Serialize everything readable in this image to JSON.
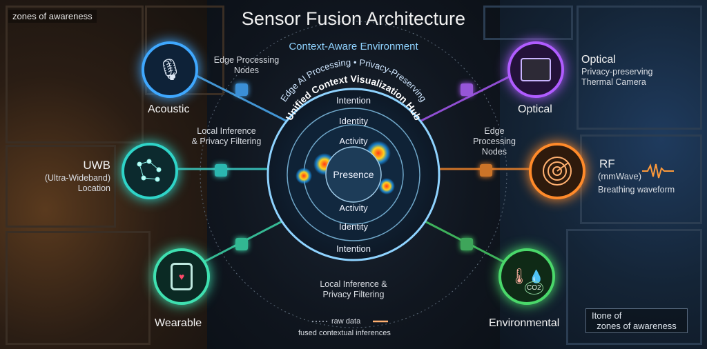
{
  "title": "Sensor Fusion Architecture",
  "subtitle": "Context-Aware Environment",
  "corner_tags": {
    "top_left": "zones of awareness",
    "bottom_right_line1": "Itone of",
    "bottom_right_line2": "zones of awareness"
  },
  "hub": {
    "title": "Unified Context Visualization Hub",
    "arc_label": "Edge AI Processing • Privacy-Preserving",
    "rings": {
      "center": "Presence",
      "upper_inner": "Activity",
      "upper_mid": "Identity",
      "upper_outer": "Intention",
      "lower_inner": "Activity",
      "lower_mid": "Identity",
      "lower_outer": "Intention"
    }
  },
  "sensors": {
    "acoustic": {
      "label": "Acoustic"
    },
    "uwb": {
      "label_line1": "UWB",
      "label_line2": "(Ultra-Wideband)",
      "label_line3": "Location"
    },
    "wearable": {
      "label": "Wearable"
    },
    "optical": {
      "label": "Optical",
      "title": "Optical",
      "desc_line1": "Privacy-preserving",
      "desc_line2": "Thermal Camera"
    },
    "rf": {
      "label_line1": "RF",
      "label_line2": "(mmWave)",
      "desc": "Breathing waveform"
    },
    "environmental": {
      "label": "Environmental",
      "co2": "CO2"
    }
  },
  "annotations": {
    "edge_left_line1": "Edge Processing",
    "edge_left_line2": "Nodes",
    "edge_right_line1": "Edge",
    "edge_right_line2": "Processing",
    "edge_right_line3": "Nodes",
    "local_left_line1": "Local Inference",
    "local_left_line2": "& Privacy Filtering",
    "local_bottom_line1": "Local Inference &",
    "local_bottom_line2": "Privacy Filtering"
  },
  "legend": {
    "raw": "raw data",
    "fused": "fused contextual inferences"
  },
  "colors": {
    "acoustic": "#3fa8ff",
    "uwb": "#2fd4c8",
    "wearable": "#3fe0b0",
    "optical": "#b05cff",
    "rf": "#ff8a2a",
    "environmental": "#4ad86a",
    "hub": "#6fc8ff"
  }
}
